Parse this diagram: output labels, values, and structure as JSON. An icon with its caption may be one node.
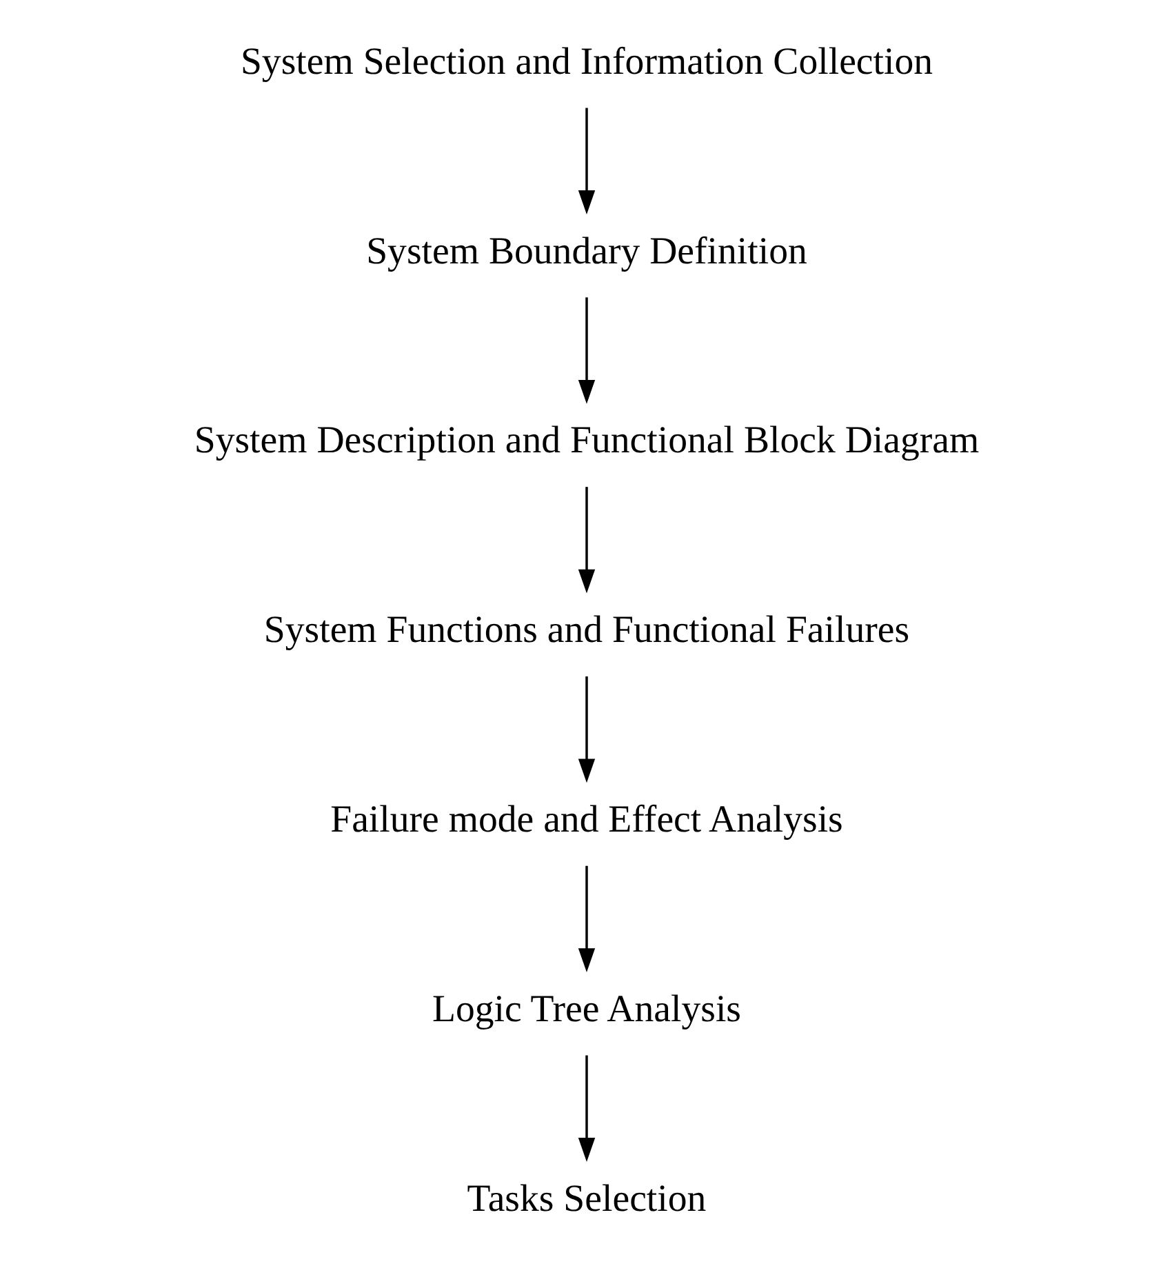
{
  "diagram": {
    "nodes": [
      {
        "text": [
          "System Selection and Information Collection"
        ]
      },
      {
        "text": [
          "System Boundary Definition"
        ]
      },
      {
        "text": [
          "System Description and Functional Block Diagram"
        ]
      },
      {
        "text": [
          "System Functions and Functional Failures"
        ]
      },
      {
        "text": [
          "Failure mode and Effect Analysis"
        ]
      },
      {
        "text": [
          "Logic Tree Analysis"
        ]
      },
      {
        "text": [
          "Tasks Selection"
        ]
      }
    ],
    "edges": [
      {
        "from": 0,
        "to": 1,
        "arrow": "to"
      },
      {
        "from": 1,
        "to": 2,
        "arrow": "to"
      },
      {
        "from": 2,
        "to": 3,
        "arrow": "to"
      },
      {
        "from": 3,
        "to": 4,
        "arrow": "to"
      },
      {
        "from": 4,
        "to": 5,
        "arrow": "to"
      },
      {
        "from": 5,
        "to": 6,
        "arrow": "to"
      }
    ]
  }
}
